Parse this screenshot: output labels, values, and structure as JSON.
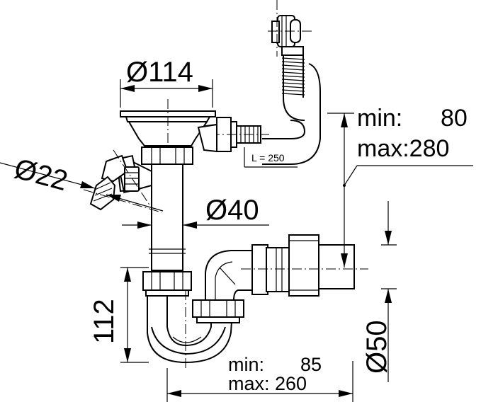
{
  "labels": {
    "d114": "Ø114",
    "d22": "Ø22",
    "d40": "Ø40",
    "d50": "Ø50",
    "h112": "112",
    "hose_length": "L = 250",
    "right_min_label": "min:",
    "right_min_value": "80",
    "right_max": "max:280",
    "bottom_min_label": "min:",
    "bottom_min_value": "85",
    "bottom_max": "max: 260"
  }
}
